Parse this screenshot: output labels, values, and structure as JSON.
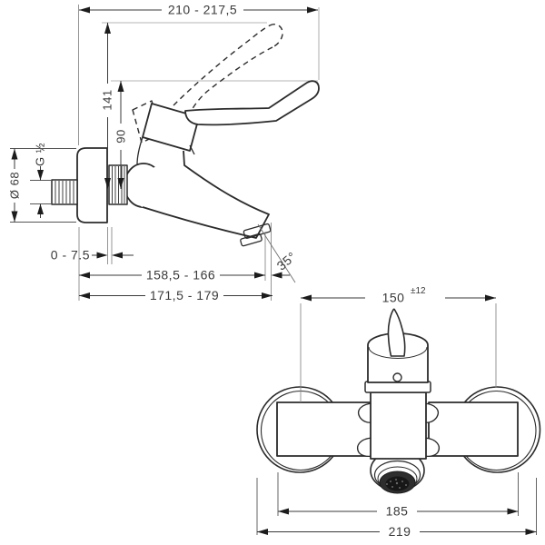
{
  "drawing": {
    "side_view": {
      "dim_total_depth": "210 - 217,5",
      "dim_height_handle_top": "141",
      "dim_height_lever": "90",
      "dim_thread": "G ½",
      "dim_flange_diameter": "Ø 68",
      "dim_wall_adjustment": "0 - 7.5",
      "dim_projection_min": "158,5 - 166",
      "dim_projection_max": "171,5 - 179",
      "dim_spout_angle": "35°"
    },
    "front_view": {
      "dim_center_distance": "150",
      "dim_center_tolerance": "±12",
      "dim_union_width": "185",
      "dim_total_width": "219"
    },
    "colors": {
      "background": "#ffffff",
      "line": "#2b2b2b",
      "dimension_text": "#3a3a3a",
      "reference_line": "#b5b5b5"
    }
  }
}
